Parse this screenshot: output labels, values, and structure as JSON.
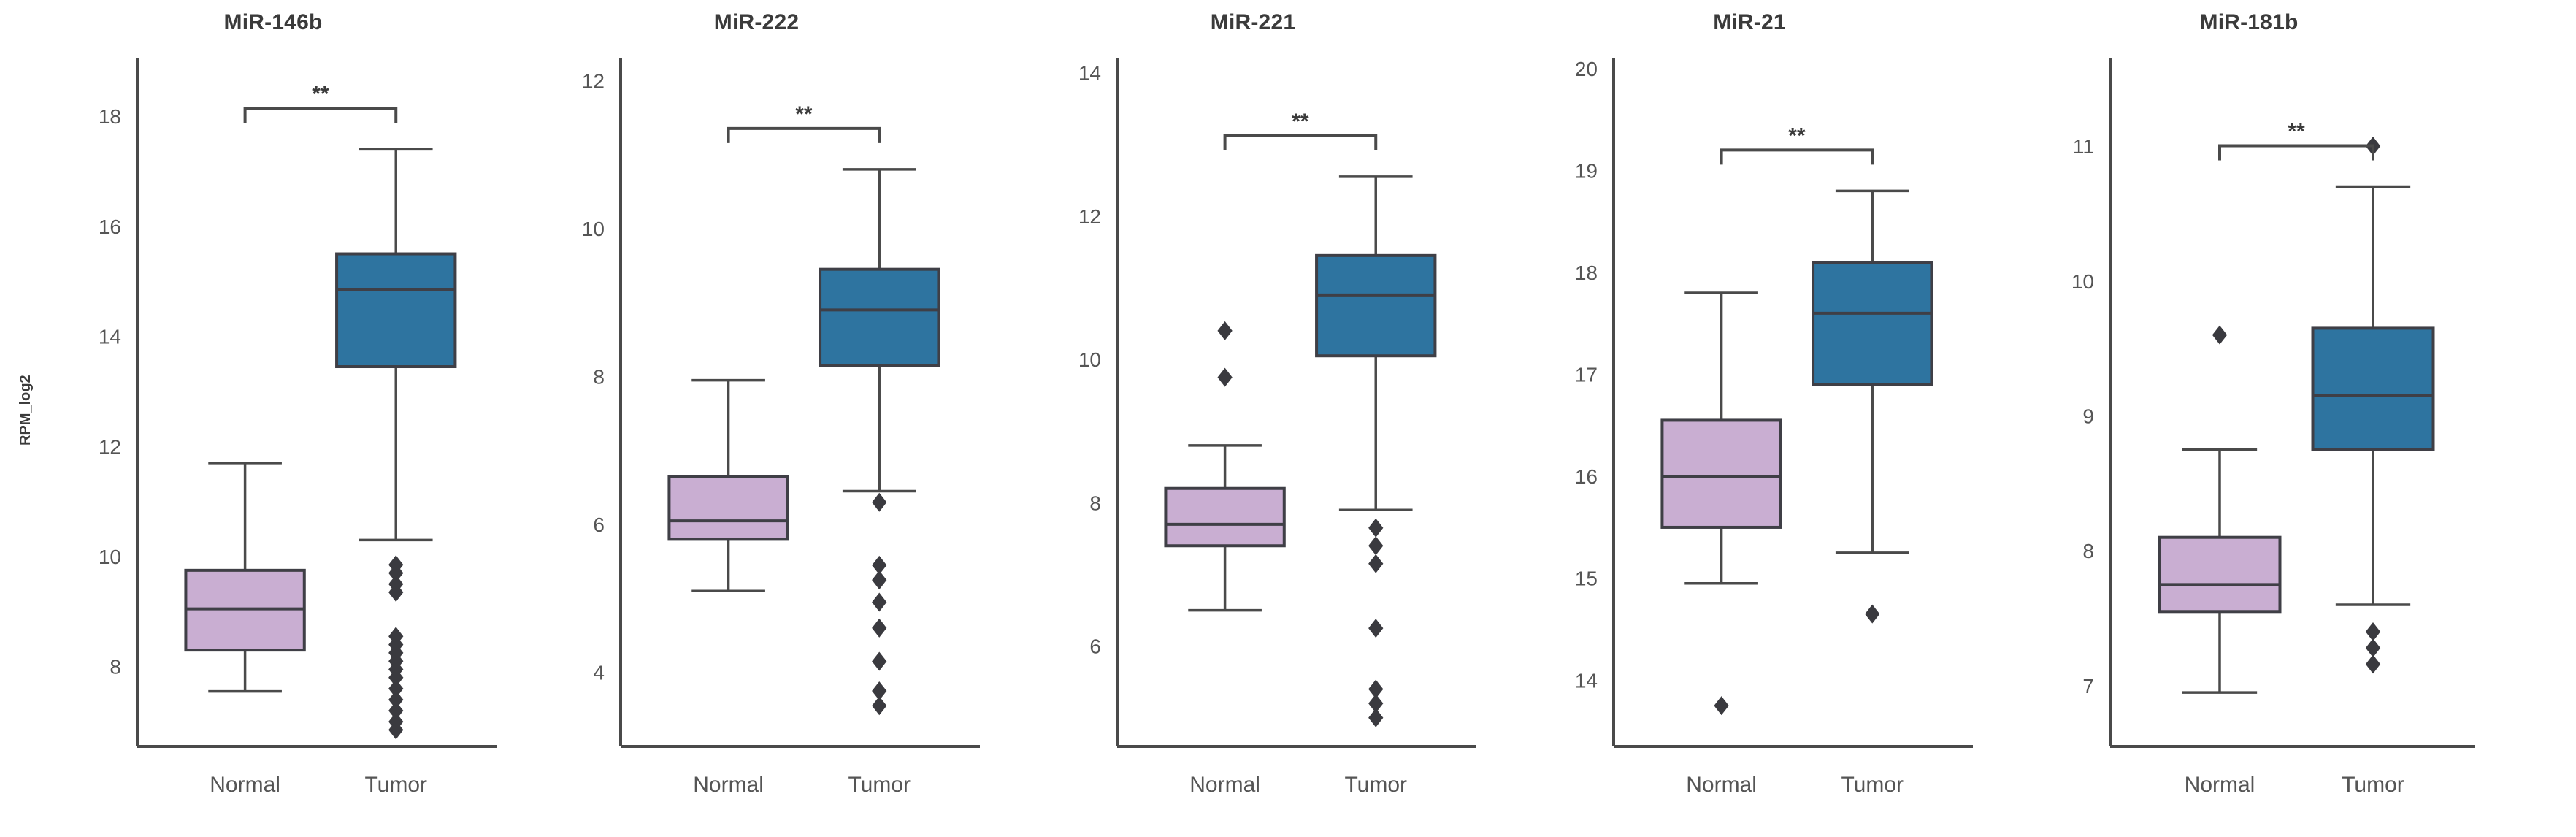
{
  "figure": {
    "ylabel": "RPM_log2",
    "categories": [
      "Normal",
      "Tumor"
    ],
    "colors": {
      "normal": "#c9aed2",
      "tumor": "#2e74a0",
      "outline": "#3f3f46",
      "axis": "#4a4a4a",
      "text": "#555555"
    }
  },
  "chart_data": {
    "type": "box",
    "title": "",
    "ylabel": "RPM_log2",
    "xlabel": "",
    "grid": false,
    "legend": "none",
    "panels": [
      {
        "title": "MiR-146b",
        "yticks": [
          8,
          10,
          12,
          14,
          16,
          18
        ],
        "ylim": [
          6.55,
          19.05
        ],
        "significance": "**",
        "boxes": [
          {
            "group": "Normal",
            "color": "#c9aed2",
            "q1": 8.3,
            "median": 9.05,
            "q3": 9.75,
            "whisker_low": 7.55,
            "whisker_high": 11.7,
            "outliers": []
          },
          {
            "group": "Tumor",
            "color": "#2e74a0",
            "q1": 13.45,
            "median": 14.85,
            "q3": 15.5,
            "whisker_low": 10.3,
            "whisker_high": 17.4,
            "outliers": [
              9.85,
              9.7,
              9.5,
              9.35,
              8.55,
              8.4,
              8.25,
              8.1,
              7.95,
              7.8,
              7.6,
              7.4,
              7.2,
              7.0,
              6.85
            ]
          }
        ]
      },
      {
        "title": "MiR-222",
        "yticks": [
          4,
          6,
          8,
          10,
          12
        ],
        "ylim": [
          3.0,
          12.3
        ],
        "significance": "**",
        "boxes": [
          {
            "group": "Normal",
            "color": "#c9aed2",
            "q1": 5.8,
            "median": 6.05,
            "q3": 6.65,
            "whisker_low": 5.1,
            "whisker_high": 7.95,
            "outliers": []
          },
          {
            "group": "Tumor",
            "color": "#2e74a0",
            "q1": 8.15,
            "median": 8.9,
            "q3": 9.45,
            "whisker_low": 6.45,
            "whisker_high": 10.8,
            "outliers": [
              6.3,
              5.45,
              5.25,
              4.95,
              4.6,
              4.15,
              3.75,
              3.55
            ]
          }
        ]
      },
      {
        "title": "MiR-221",
        "yticks": [
          6,
          8,
          10,
          12,
          14
        ],
        "ylim": [
          4.6,
          14.2
        ],
        "significance": "**",
        "boxes": [
          {
            "group": "Normal",
            "color": "#c9aed2",
            "q1": 7.4,
            "median": 7.7,
            "q3": 8.2,
            "whisker_low": 6.5,
            "whisker_high": 8.8,
            "outliers": [
              10.4,
              9.75
            ]
          },
          {
            "group": "Tumor",
            "color": "#2e74a0",
            "q1": 10.05,
            "median": 10.9,
            "q3": 11.45,
            "whisker_low": 7.9,
            "whisker_high": 12.55,
            "outliers": [
              7.65,
              7.4,
              7.15,
              6.25,
              5.4,
              5.2,
              5.0
            ]
          }
        ]
      },
      {
        "title": "MiR-21",
        "yticks": [
          14,
          15,
          16,
          17,
          18,
          19,
          20
        ],
        "ylim": [
          13.35,
          20.1
        ],
        "significance": "**",
        "boxes": [
          {
            "group": "Normal",
            "color": "#c9aed2",
            "q1": 15.5,
            "median": 16.0,
            "q3": 16.55,
            "whisker_low": 14.95,
            "whisker_high": 17.8,
            "outliers": [
              13.75
            ]
          },
          {
            "group": "Tumor",
            "color": "#2e74a0",
            "q1": 16.9,
            "median": 17.6,
            "q3": 18.1,
            "whisker_low": 15.25,
            "whisker_high": 18.8,
            "outliers": [
              14.65
            ]
          }
        ]
      },
      {
        "title": "MiR-181b",
        "yticks": [
          7,
          8,
          9,
          10,
          11
        ],
        "ylim": [
          6.55,
          11.65
        ],
        "significance": "**",
        "boxes": [
          {
            "group": "Normal",
            "color": "#c9aed2",
            "q1": 7.55,
            "median": 7.75,
            "q3": 8.1,
            "whisker_low": 6.95,
            "whisker_high": 8.75,
            "outliers": [
              9.6
            ]
          },
          {
            "group": "Tumor",
            "color": "#2e74a0",
            "q1": 8.75,
            "median": 9.15,
            "q3": 9.65,
            "whisker_low": 7.6,
            "whisker_high": 10.7,
            "outliers": [
              11.0,
              7.4,
              7.28,
              7.16
            ]
          }
        ]
      }
    ]
  }
}
